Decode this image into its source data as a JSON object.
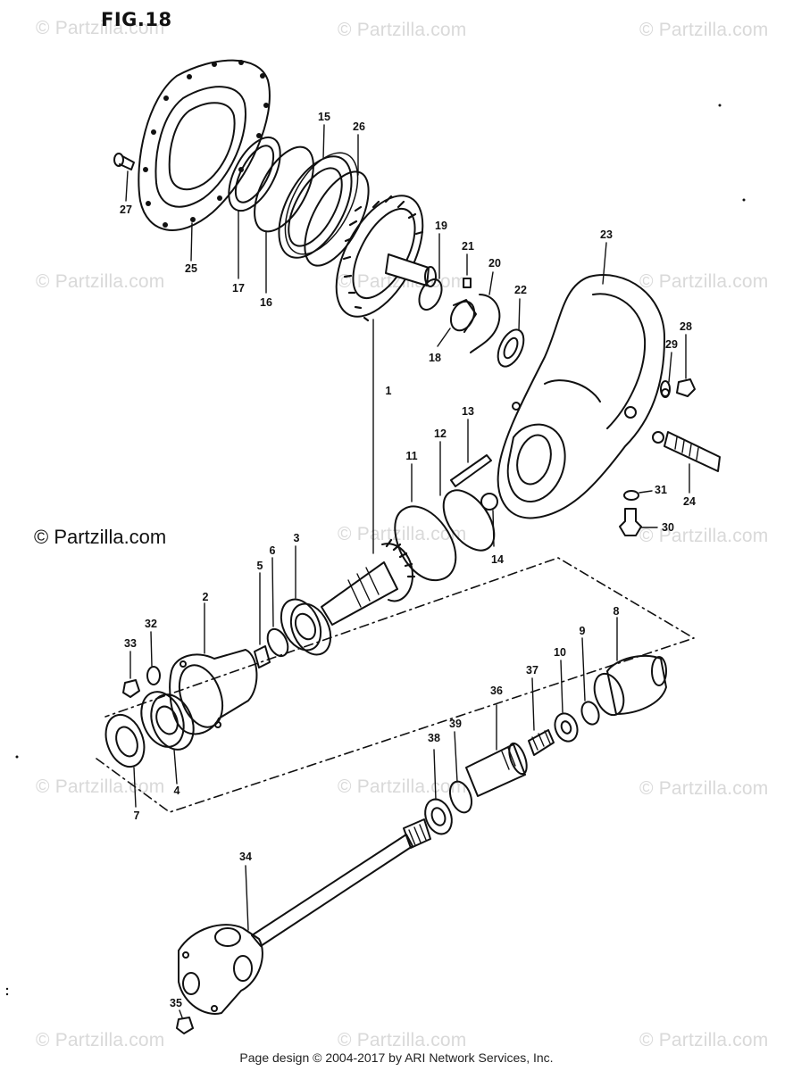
{
  "figure_title": "FIG.18",
  "copyright_main": "© Partzilla.com",
  "watermark_text": "© Partzilla.com",
  "footer": "Page design © 2004-2017 by ARI Network Services, Inc.",
  "labels": {
    "p1": "1",
    "p2": "2",
    "p3": "3",
    "p4": "4",
    "p5": "5",
    "p6": "6",
    "p7": "7",
    "p8": "8",
    "p9": "9",
    "p10": "10",
    "p11": "11",
    "p12": "12",
    "p13": "13",
    "p14": "14",
    "p15": "15",
    "p16": "16",
    "p17": "17",
    "p18": "18",
    "p19": "19",
    "p20": "20",
    "p21": "21",
    "p22": "22",
    "p23": "23",
    "p24": "24",
    "p25": "25",
    "p26": "26",
    "p27": "27",
    "p28": "28",
    "p29": "29",
    "p30": "30",
    "p31": "31",
    "p32": "32",
    "p33": "33",
    "p34": "34",
    "p35": "35",
    "p36": "36",
    "p37": "37",
    "p38": "38",
    "p39": "39"
  }
}
